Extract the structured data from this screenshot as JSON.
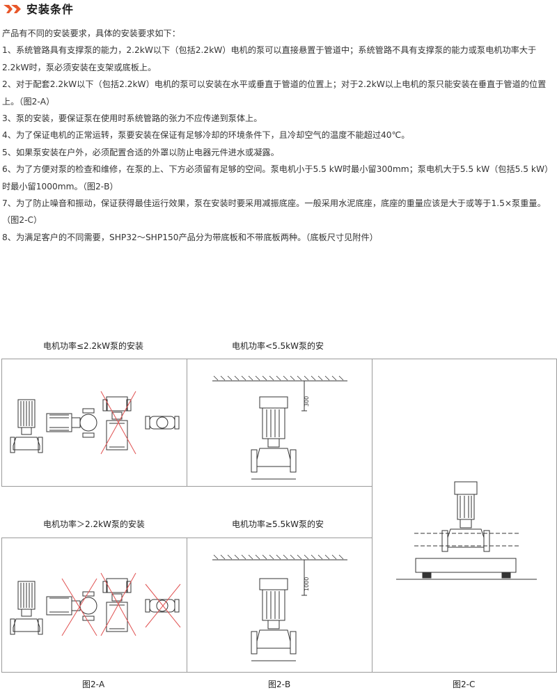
{
  "header": {
    "title": "安装条件",
    "accent_color": "#e8572a",
    "icon": "double-chevron-icon"
  },
  "intro": "产品有不同的安装要求，具体的安装要求如下：",
  "items": [
    "1、系统管路具有支撑泵的能力，2.2kW以下（包括2.2kW）电机的泵可以直接悬置于管道中；系统管路不具有支撑泵的能力或泵电机功率大于2.2kW时，泵必须安装在支架或底板上。",
    "2、对于配套2.2kW以下（包括2.2kW）电机的泵可以安装在水平或垂直于管道的位置上；对于2.2kW以上电机的泵只能安装在垂直于管道的位置上。（图2-A）",
    "3、泵的安装，要保证泵在使用时系统管路的张力不应传递到泵体上。",
    "4、为了保证电机的正常运转，泵要安装在保证有足够冷却的环境条件下，且冷却空气的温度不能超过40℃。",
    "5、如果泵安装在户外，必须配置合适的外罩以防止电器元件进水或凝露。",
    "6、为了方便对泵的检查和维修，在泵的上、下方必须留有足够的空间。泵电机小于5.5 kW时最小留300mm；泵电机大于5.5 kW（包括5.5 kW）时最小留1000mm。（图2-B）",
    "7、为了防止噪音和振动，保证获得最佳运行效果，泵在安装时要采用减振底座。一般采用水泥底座，底座的重量应该是大于或等于1.5×泵重量。（图2-C）",
    "8、为满足客户的不同需要，SHP32～SHP150产品分为带底板和不带底板两种。（底板尺寸见附件）"
  ],
  "figures": {
    "label_a_top": "电机功率≤2.2kW泵的安装",
    "label_b_top": "电机功率<5.5kW泵的安",
    "label_a_bottom": "电机功率＞2.2kW泵的安装",
    "label_b_bottom": "电机功率≥5.5kW泵的安",
    "dim_300": "300",
    "dim_1000": "1000",
    "caption_a": "图2-A",
    "caption_b": "图2-B",
    "caption_c": "图2-C",
    "cross_color": "#e05050"
  }
}
